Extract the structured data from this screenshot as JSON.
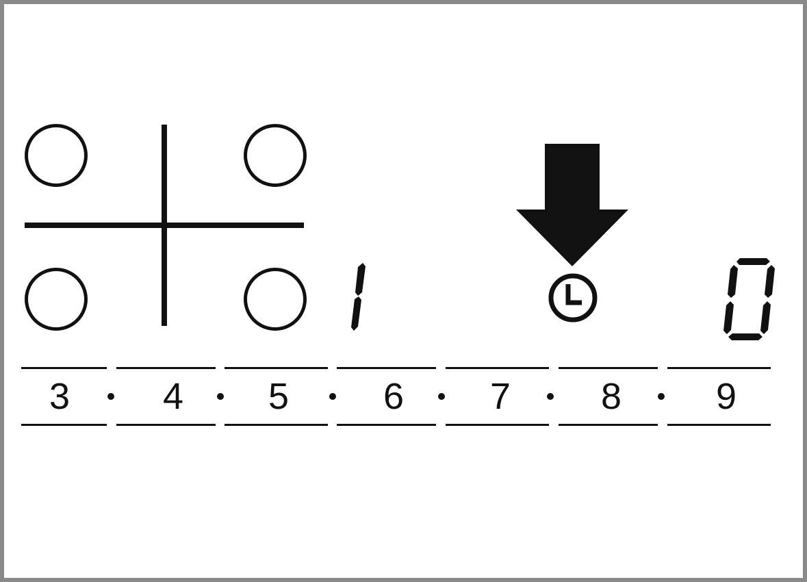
{
  "panel": {
    "zone_layout_icon": "four-cooking-zones-icon",
    "left_digit": "1",
    "timer_icon": "clock-icon",
    "pointer_icon": "down-arrow-icon",
    "right_digit": "0"
  },
  "scale": {
    "labels": [
      "3",
      "4",
      "5",
      "6",
      "7",
      "8",
      "9"
    ]
  },
  "colors": {
    "ink": "#111111",
    "frame": "#8a8a8a",
    "background": "#ffffff"
  }
}
